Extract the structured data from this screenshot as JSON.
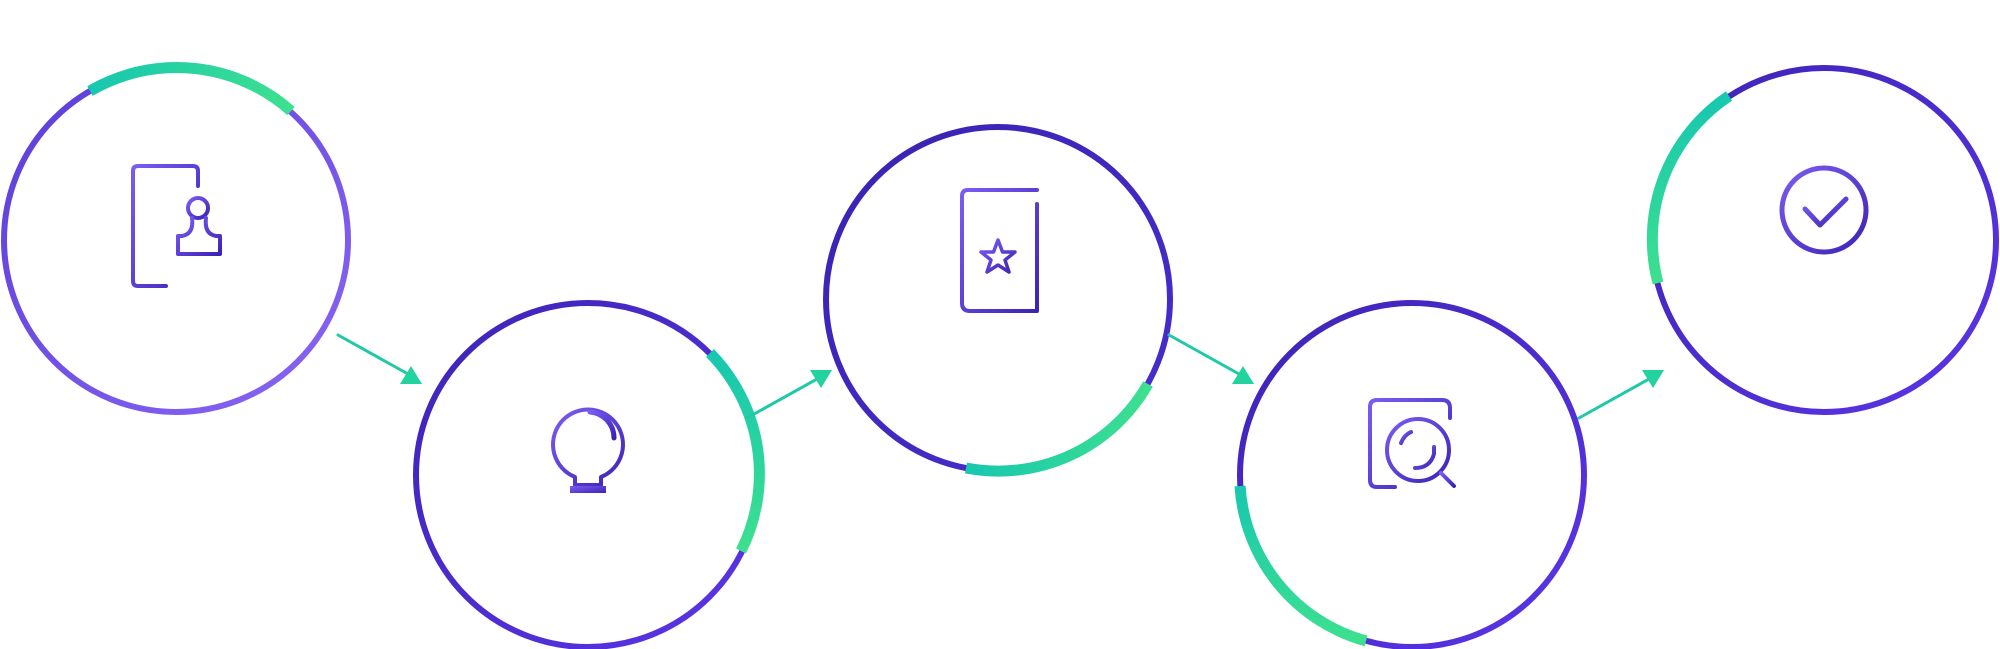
{
  "diagram": {
    "colors": {
      "indigo": "#3d23b5",
      "violet": "#6f4ff0",
      "purple": "#8560f2",
      "green_start": "#17c7b0",
      "green_end": "#3de08f",
      "icon_stroke": "#4a2fd0"
    },
    "steps": [
      {
        "icon": "document-stamp-icon",
        "arc_accent": "green",
        "base_gradient": "violet-purple"
      },
      {
        "icon": "lightbulb-icon",
        "arc_accent": "green",
        "base_gradient": "indigo-violet"
      },
      {
        "icon": "star-certificate-icon",
        "arc_accent": "green",
        "base_gradient": "indigo"
      },
      {
        "icon": "document-search-icon",
        "arc_accent": "green",
        "base_gradient": "indigo-violet"
      },
      {
        "icon": "checkmark-circle-icon",
        "arc_accent": "green",
        "base_gradient": "indigo-violet"
      }
    ],
    "connectors": [
      {
        "from": 1,
        "to": 2,
        "direction": "down-right"
      },
      {
        "from": 2,
        "to": 3,
        "direction": "up-right"
      },
      {
        "from": 3,
        "to": 4,
        "direction": "down-right"
      },
      {
        "from": 4,
        "to": 5,
        "direction": "up-right"
      }
    ]
  }
}
